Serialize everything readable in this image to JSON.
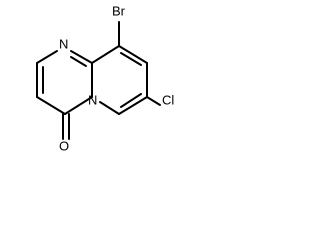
{
  "molecule": {
    "atoms": {
      "br": "Br",
      "n_top": "N",
      "n_fused": "N",
      "cl": "Cl",
      "o": "O"
    }
  }
}
